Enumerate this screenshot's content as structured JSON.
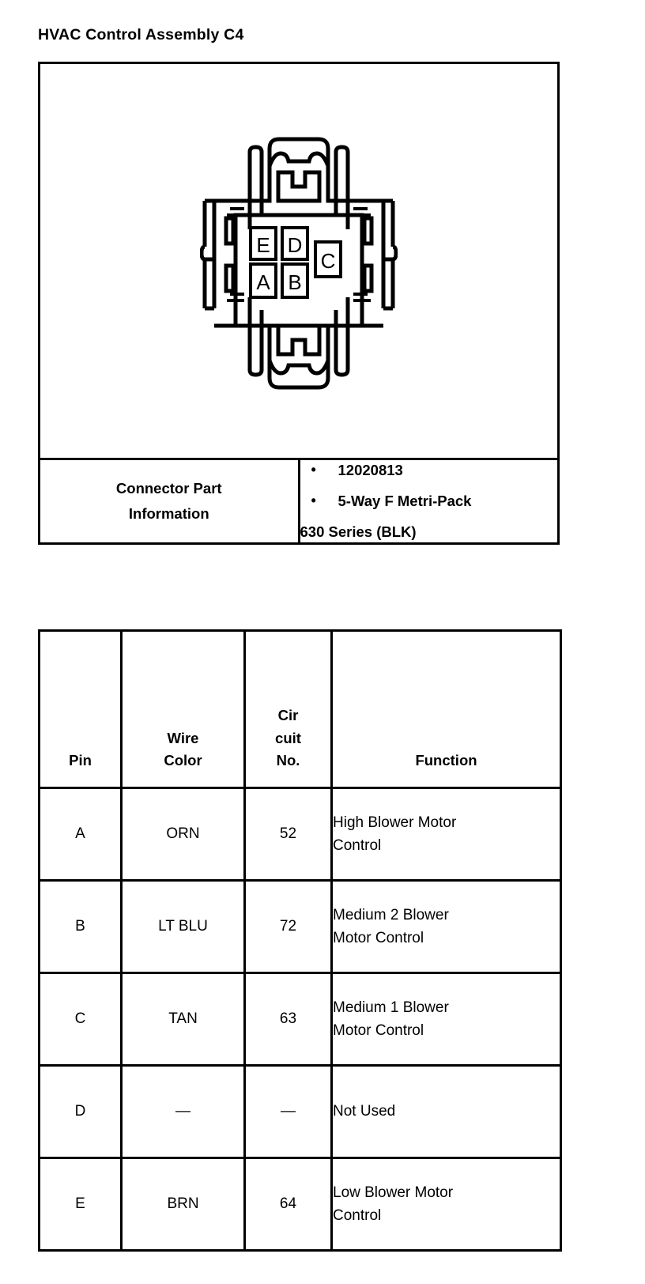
{
  "page": {
    "title": "HVAC Control Assembly C4"
  },
  "diagram": {
    "name": "connector-face-view",
    "cavities": [
      {
        "id": "cavity-e",
        "label": "E"
      },
      {
        "id": "cavity-d",
        "label": "D"
      },
      {
        "id": "cavity-c",
        "label": "C"
      },
      {
        "id": "cavity-a",
        "label": "A"
      },
      {
        "id": "cavity-b",
        "label": "B"
      }
    ]
  },
  "connector_part_information": {
    "label_line1": "Connector Part",
    "label_line2": "Information",
    "bullet_glyph": "•",
    "items": [
      "12020813",
      "5-Way F Metri-Pack"
    ],
    "continuation": "630 Series (BLK)"
  },
  "pin_table": {
    "headers": {
      "pin": "Pin",
      "wire_color_line1": "Wire",
      "wire_color_line2": "Color",
      "circuit_no_line1": "Cir",
      "circuit_no_line2": "cuit",
      "circuit_no_line3": "No.",
      "function": "Function"
    },
    "rows": [
      {
        "pin": "A",
        "wire_color": "ORN",
        "circuit_no": "52",
        "function_line1": "High Blower Motor",
        "function_line2": "Control"
      },
      {
        "pin": "B",
        "wire_color": "LT BLU",
        "circuit_no": "72",
        "function_line1": "Medium 2 Blower",
        "function_line2": "Motor Control"
      },
      {
        "pin": "C",
        "wire_color": "TAN",
        "circuit_no": "63",
        "function_line1": "Medium 1 Blower",
        "function_line2": "Motor Control"
      },
      {
        "pin": "D",
        "wire_color": "—",
        "circuit_no": "—",
        "function_line1": "Not Used",
        "function_line2": ""
      },
      {
        "pin": "E",
        "wire_color": "BRN",
        "circuit_no": "64",
        "function_line1": "Low Blower Motor",
        "function_line2": "Control"
      }
    ]
  },
  "colors": {
    "ink": "#000000",
    "paper": "#ffffff"
  }
}
